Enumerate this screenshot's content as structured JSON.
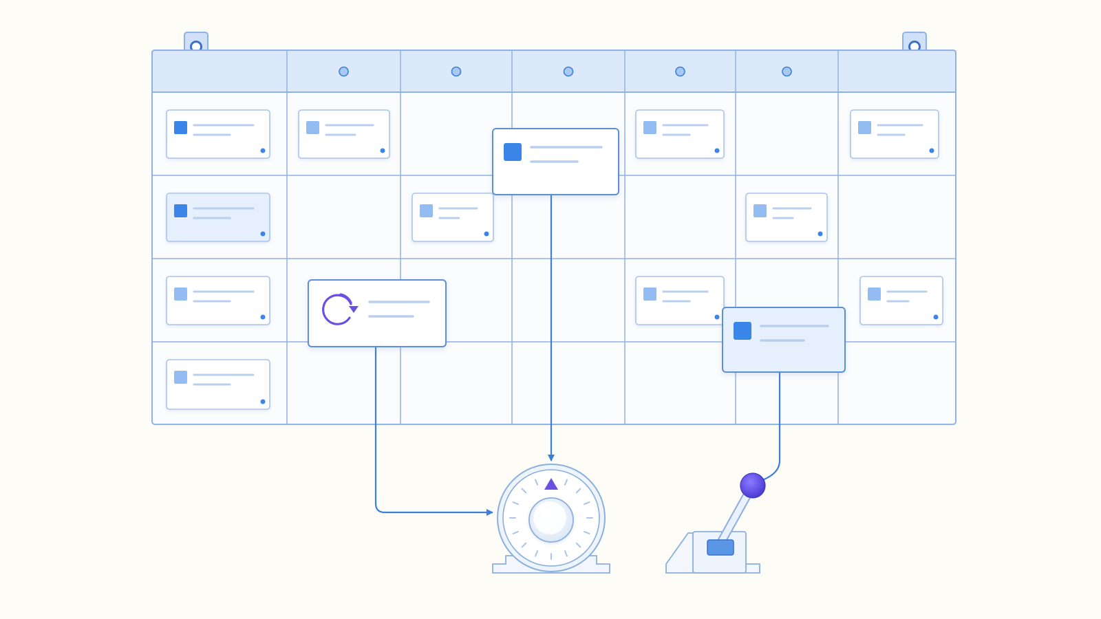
{
  "colors": {
    "background": "#fdfcf7",
    "grid_line": "#8eb2e6",
    "header_fill": "#dce9fb",
    "card_border": "#a9c4ec",
    "card_fill": "#ffffff",
    "card_highlight_fill": "#e6effc",
    "accent_blue": "#3a86e8",
    "light_blue": "#93bdf2",
    "text_line": "#b8cfee",
    "connector": "#3a7fd8",
    "purple": "#6b4fe0",
    "device_stroke": "#8aaede",
    "device_fill": "#f3f7fd"
  },
  "board": {
    "header_dot_count": 5,
    "mounting_tabs": 2
  },
  "small_cards": [
    {
      "row": 0,
      "col": 0,
      "icon": "solid-square-icon",
      "highlight": false
    },
    {
      "row": 0,
      "col": 1,
      "icon": "pale-square-icon",
      "highlight": false
    },
    {
      "row": 0,
      "col": 4,
      "icon": "pale-square-icon",
      "highlight": false
    },
    {
      "row": 0,
      "col": 6,
      "icon": "pale-square-icon",
      "highlight": false
    },
    {
      "row": 1,
      "col": 0,
      "icon": "solid-square-icon",
      "highlight": true
    },
    {
      "row": 1,
      "col": 2,
      "icon": "pale-square-icon",
      "highlight": false
    },
    {
      "row": 1,
      "col": 5,
      "icon": "pale-square-icon",
      "highlight": false
    },
    {
      "row": 2,
      "col": 0,
      "icon": "pale-square-icon",
      "highlight": false
    },
    {
      "row": 2,
      "col": 4,
      "icon": "pale-square-icon",
      "highlight": false
    },
    {
      "row": 2,
      "col": 6,
      "icon": "pale-square-icon",
      "highlight": false
    },
    {
      "row": 3,
      "col": 0,
      "icon": "pale-square-icon",
      "highlight": false
    }
  ],
  "floating_cards": [
    {
      "id": "sync-card",
      "icon": "refresh-icon"
    },
    {
      "id": "dial-source-card",
      "icon": "solid-square-icon"
    },
    {
      "id": "lever-source-card",
      "icon": "solid-square-icon"
    }
  ],
  "devices": {
    "dial": {
      "icon": "rotary-dial-icon"
    },
    "lever": {
      "icon": "lever-switch-icon"
    }
  }
}
